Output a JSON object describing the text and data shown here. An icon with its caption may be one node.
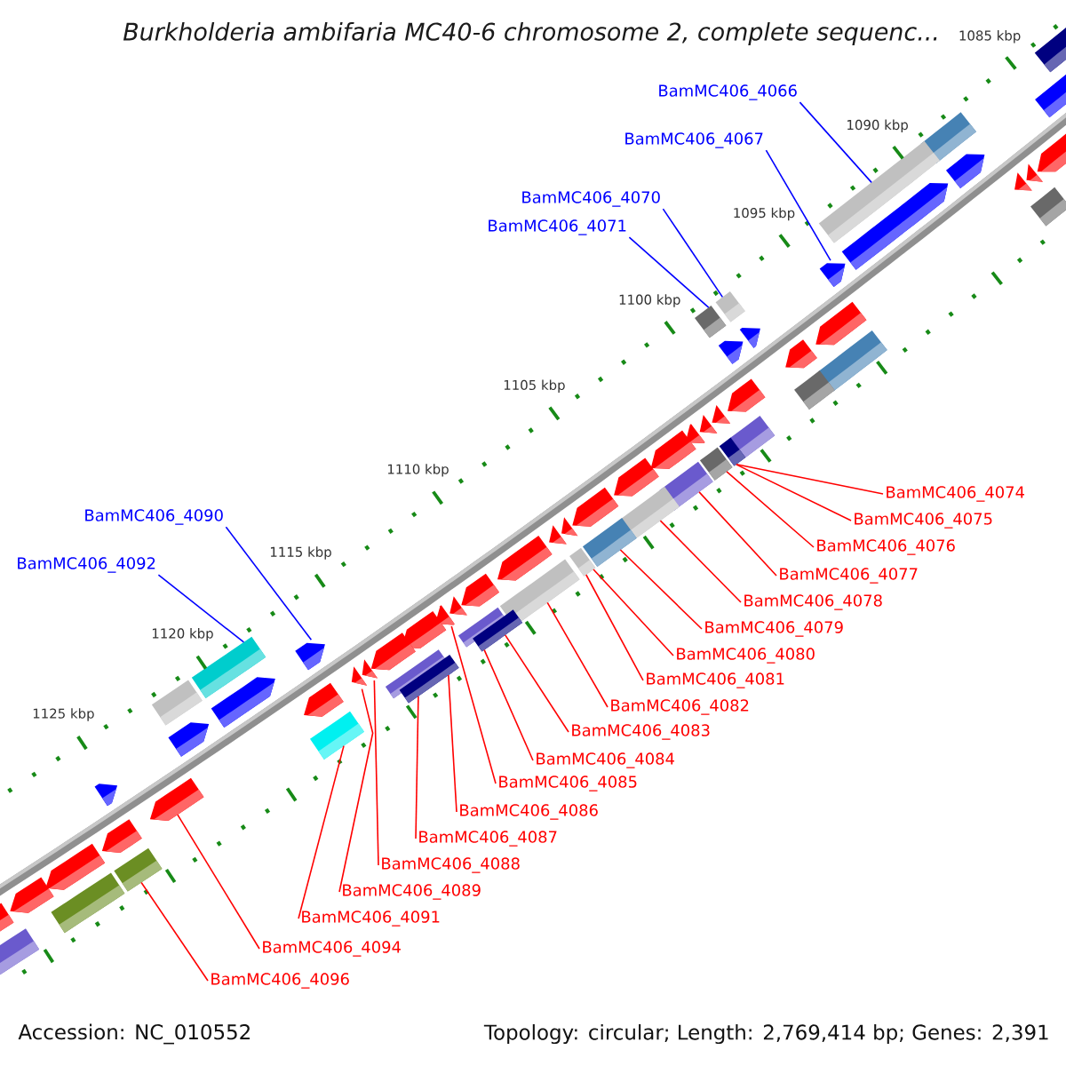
{
  "diagram": {
    "title": "Burkholderia ambifaria MC40-6 chromosome 2, complete sequenc...",
    "nodes": [
      {
        "text": [
          "BamMC406_4066"
        ]
      },
      {
        "text": [
          "BamMC406_4067"
        ]
      },
      {
        "text": [
          "BamMC406_4070"
        ]
      },
      {
        "text": [
          "BamMC406_4071"
        ]
      },
      {
        "text": [
          "BamMC406_4090"
        ]
      },
      {
        "text": [
          "BamMC406_4092"
        ]
      },
      {
        "text": [
          "BamMC406_4074"
        ]
      },
      {
        "text": [
          "BamMC406_4075"
        ]
      },
      {
        "text": [
          "BamMC406_4076"
        ]
      },
      {
        "text": [
          "BamMC406_4077"
        ]
      },
      {
        "text": [
          "BamMC406_4078"
        ]
      },
      {
        "text": [
          "BamMC406_4079"
        ]
      },
      {
        "text": [
          "BamMC406_4080"
        ]
      },
      {
        "text": [
          "BamMC406_4081"
        ]
      },
      {
        "text": [
          "BamMC406_4082"
        ]
      },
      {
        "text": [
          "BamMC406_4083"
        ]
      },
      {
        "text": [
          "BamMC406_4084"
        ]
      },
      {
        "text": [
          "BamMC406_4085"
        ]
      },
      {
        "text": [
          "BamMC406_4086"
        ]
      },
      {
        "text": [
          "BamMC406_4087"
        ]
      },
      {
        "text": [
          "BamMC406_4088"
        ]
      },
      {
        "text": [
          "BamMC406_4089"
        ]
      },
      {
        "text": [
          "BamMC406_4091"
        ]
      },
      {
        "text": [
          "BamMC406_4094"
        ]
      },
      {
        "text": [
          "BamMC406_4096"
        ]
      },
      {
        "text": [],
        "shape": "bar"
      },
      {
        "text": [],
        "shape": "arrow"
      },
      {
        "text": [],
        "shape": "bar"
      },
      {
        "text": [],
        "shape": "arrow"
      },
      {
        "text": [],
        "shape": "arrow"
      },
      {
        "text": [],
        "shape": "arrow"
      },
      {
        "text": [],
        "shape": "arrow"
      },
      {
        "text": [],
        "shape": "bar"
      },
      {
        "text": [],
        "shape": "bar"
      },
      {
        "text": [],
        "shape": "arrow"
      },
      {
        "text": [],
        "shape": "arrow"
      },
      {
        "text": [],
        "shape": "bar"
      },
      {
        "text": [],
        "shape": "bar"
      },
      {
        "text": [],
        "shape": "arrow"
      },
      {
        "text": [],
        "shape": "arrow"
      },
      {
        "text": [],
        "shape": "arrow"
      },
      {
        "text": [],
        "shape": "arrow"
      },
      {
        "text": [],
        "shape": "bar"
      },
      {
        "text": [],
        "shape": "bar"
      },
      {
        "text": [],
        "shape": "arrow"
      },
      {
        "text": [],
        "shape": "arrow"
      },
      {
        "text": [],
        "shape": "arrow"
      },
      {
        "text": [],
        "shape": "bar"
      },
      {
        "text": [],
        "shape": "arrow"
      },
      {
        "text": [],
        "shape": "arrow"
      },
      {
        "text": [],
        "shape": "bar"
      },
      {
        "text": [],
        "shape": "bar"
      },
      {
        "text": [],
        "shape": "arrow"
      },
      {
        "text": [],
        "shape": "bar"
      },
      {
        "text": [],
        "shape": "arrow"
      },
      {
        "text": [],
        "shape": "bar"
      },
      {
        "text": [],
        "shape": "arrow"
      },
      {
        "text": [],
        "shape": "arrow"
      },
      {
        "text": [],
        "shape": "bar"
      },
      {
        "text": [],
        "shape": "arrow"
      },
      {
        "text": [],
        "shape": "bar"
      },
      {
        "text": [],
        "shape": "bar"
      },
      {
        "text": [],
        "shape": "arrow"
      },
      {
        "text": [],
        "shape": "arrow"
      },
      {
        "text": [],
        "shape": "arrow"
      },
      {
        "text": [],
        "shape": "bar"
      },
      {
        "text": [],
        "shape": "bar"
      },
      {
        "text": [],
        "shape": "arrow"
      },
      {
        "text": [],
        "shape": "arrow"
      },
      {
        "text": [],
        "shape": "arrow"
      },
      {
        "text": [],
        "shape": "bar"
      },
      {
        "text": [],
        "shape": "bar"
      },
      {
        "text": [],
        "shape": "arrow"
      },
      {
        "text": [],
        "shape": "bar"
      },
      {
        "text": [],
        "shape": "arrow"
      },
      {
        "text": [],
        "shape": "arrow"
      },
      {
        "text": [],
        "shape": "arrow"
      },
      {
        "text": [],
        "shape": "bar"
      },
      {
        "text": [],
        "shape": "bar"
      },
      {
        "text": [],
        "shape": "arrow"
      },
      {
        "text": [],
        "shape": "arrow"
      },
      {
        "text": [],
        "shape": "arrow"
      },
      {
        "text": [],
        "shape": "arrow"
      },
      {
        "text": [],
        "shape": "bar"
      },
      {
        "text": [],
        "shape": "arrow"
      },
      {
        "text": [],
        "shape": "arrow"
      },
      {
        "text": [],
        "shape": "bar"
      },
      {
        "text": [],
        "shape": "arrow"
      },
      {
        "text": [],
        "shape": "bar"
      }
    ],
    "edges": [
      {
        "from": 0,
        "to": 32,
        "arrow": "none",
        "color": "#0000ff"
      },
      {
        "from": 1,
        "to": 35,
        "arrow": "none",
        "color": "#0000ff"
      },
      {
        "from": 2,
        "to": 36,
        "arrow": "none",
        "color": "#0000ff"
      },
      {
        "from": 3,
        "to": 37,
        "arrow": "none",
        "color": "#0000ff"
      },
      {
        "from": 4,
        "to": 68,
        "arrow": "none",
        "color": "#0000ff"
      },
      {
        "from": 5,
        "to": 70,
        "arrow": "none",
        "color": "#0000ff"
      },
      {
        "from": 6,
        "to": 50,
        "arrow": "none"
      },
      {
        "from": 7,
        "to": 50,
        "arrow": "none"
      },
      {
        "from": 8,
        "to": 51,
        "arrow": "none"
      },
      {
        "from": 9,
        "to": 53,
        "arrow": "none"
      },
      {
        "from": 10,
        "to": 55,
        "arrow": "none"
      },
      {
        "from": 11,
        "to": 58,
        "arrow": "none"
      },
      {
        "from": 12,
        "to": 60,
        "arrow": "none"
      },
      {
        "from": 13,
        "to": 60,
        "arrow": "none"
      },
      {
        "from": 14,
        "to": 61,
        "arrow": "none"
      },
      {
        "from": 15,
        "to": 65,
        "arrow": "none"
      },
      {
        "from": 16,
        "to": 65,
        "arrow": "none"
      },
      {
        "from": 17,
        "to": 64,
        "arrow": "none"
      },
      {
        "from": 18,
        "to": 73,
        "arrow": "none"
      },
      {
        "from": 19,
        "to": 73,
        "arrow": "none"
      },
      {
        "from": 20,
        "to": 72,
        "arrow": "none"
      },
      {
        "from": 21,
        "to": 74,
        "arrow": "none"
      },
      {
        "from": 22,
        "to": 78,
        "arrow": "none"
      },
      {
        "from": 23,
        "to": 81,
        "arrow": "none"
      },
      {
        "from": 24,
        "to": 83,
        "arrow": "none"
      }
    ],
    "labels": [
      "1085 kbp",
      "1090 kbp",
      "1095 kbp",
      "1100 kbp",
      "1105 kbp",
      "1110 kbp",
      "1115 kbp",
      "1120 kbp",
      "1125 kbp",
      "Accession: NC_010552",
      "Topology: circular; Length: 2,769,414 bp; Genes: 2,391"
    ]
  }
}
